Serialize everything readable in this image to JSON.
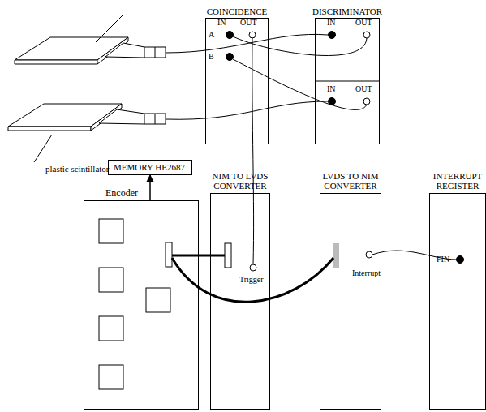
{
  "diagram": {
    "nodes": [
      {
        "text": [
          "COINCIDENCE"
        ]
      },
      {
        "text": [
          "DISCRIMINATOR"
        ]
      },
      {
        "text": [
          "MEMORY HE2687"
        ]
      },
      {
        "text": [
          "Encoder"
        ]
      },
      {
        "text": [
          "NIM TO LVDS CONVERTER"
        ]
      },
      {
        "text": [
          "LVDS TO NIM CONVERTER"
        ]
      },
      {
        "text": [
          "INTERRUPT REGISTER"
        ]
      }
    ],
    "edges": [
      {
        "from": 1,
        "to": 0,
        "arrow": "none"
      },
      {
        "from": 1,
        "to": 0,
        "arrow": "none"
      },
      {
        "from": 0,
        "to": 4,
        "arrow": "none"
      },
      {
        "from": 3,
        "to": 2,
        "arrow": "to"
      },
      {
        "from": 3,
        "to": 4,
        "arrow": "none"
      },
      {
        "from": 3,
        "to": 5,
        "arrow": "none"
      },
      {
        "from": 5,
        "to": 6,
        "arrow": "none"
      }
    ],
    "labels": [
      "IN",
      "OUT",
      "A",
      "B",
      "IN",
      "OUT",
      "IN",
      "OUT",
      "plastic scintillator",
      "Trigger",
      "Interrupt",
      "FIN"
    ]
  }
}
